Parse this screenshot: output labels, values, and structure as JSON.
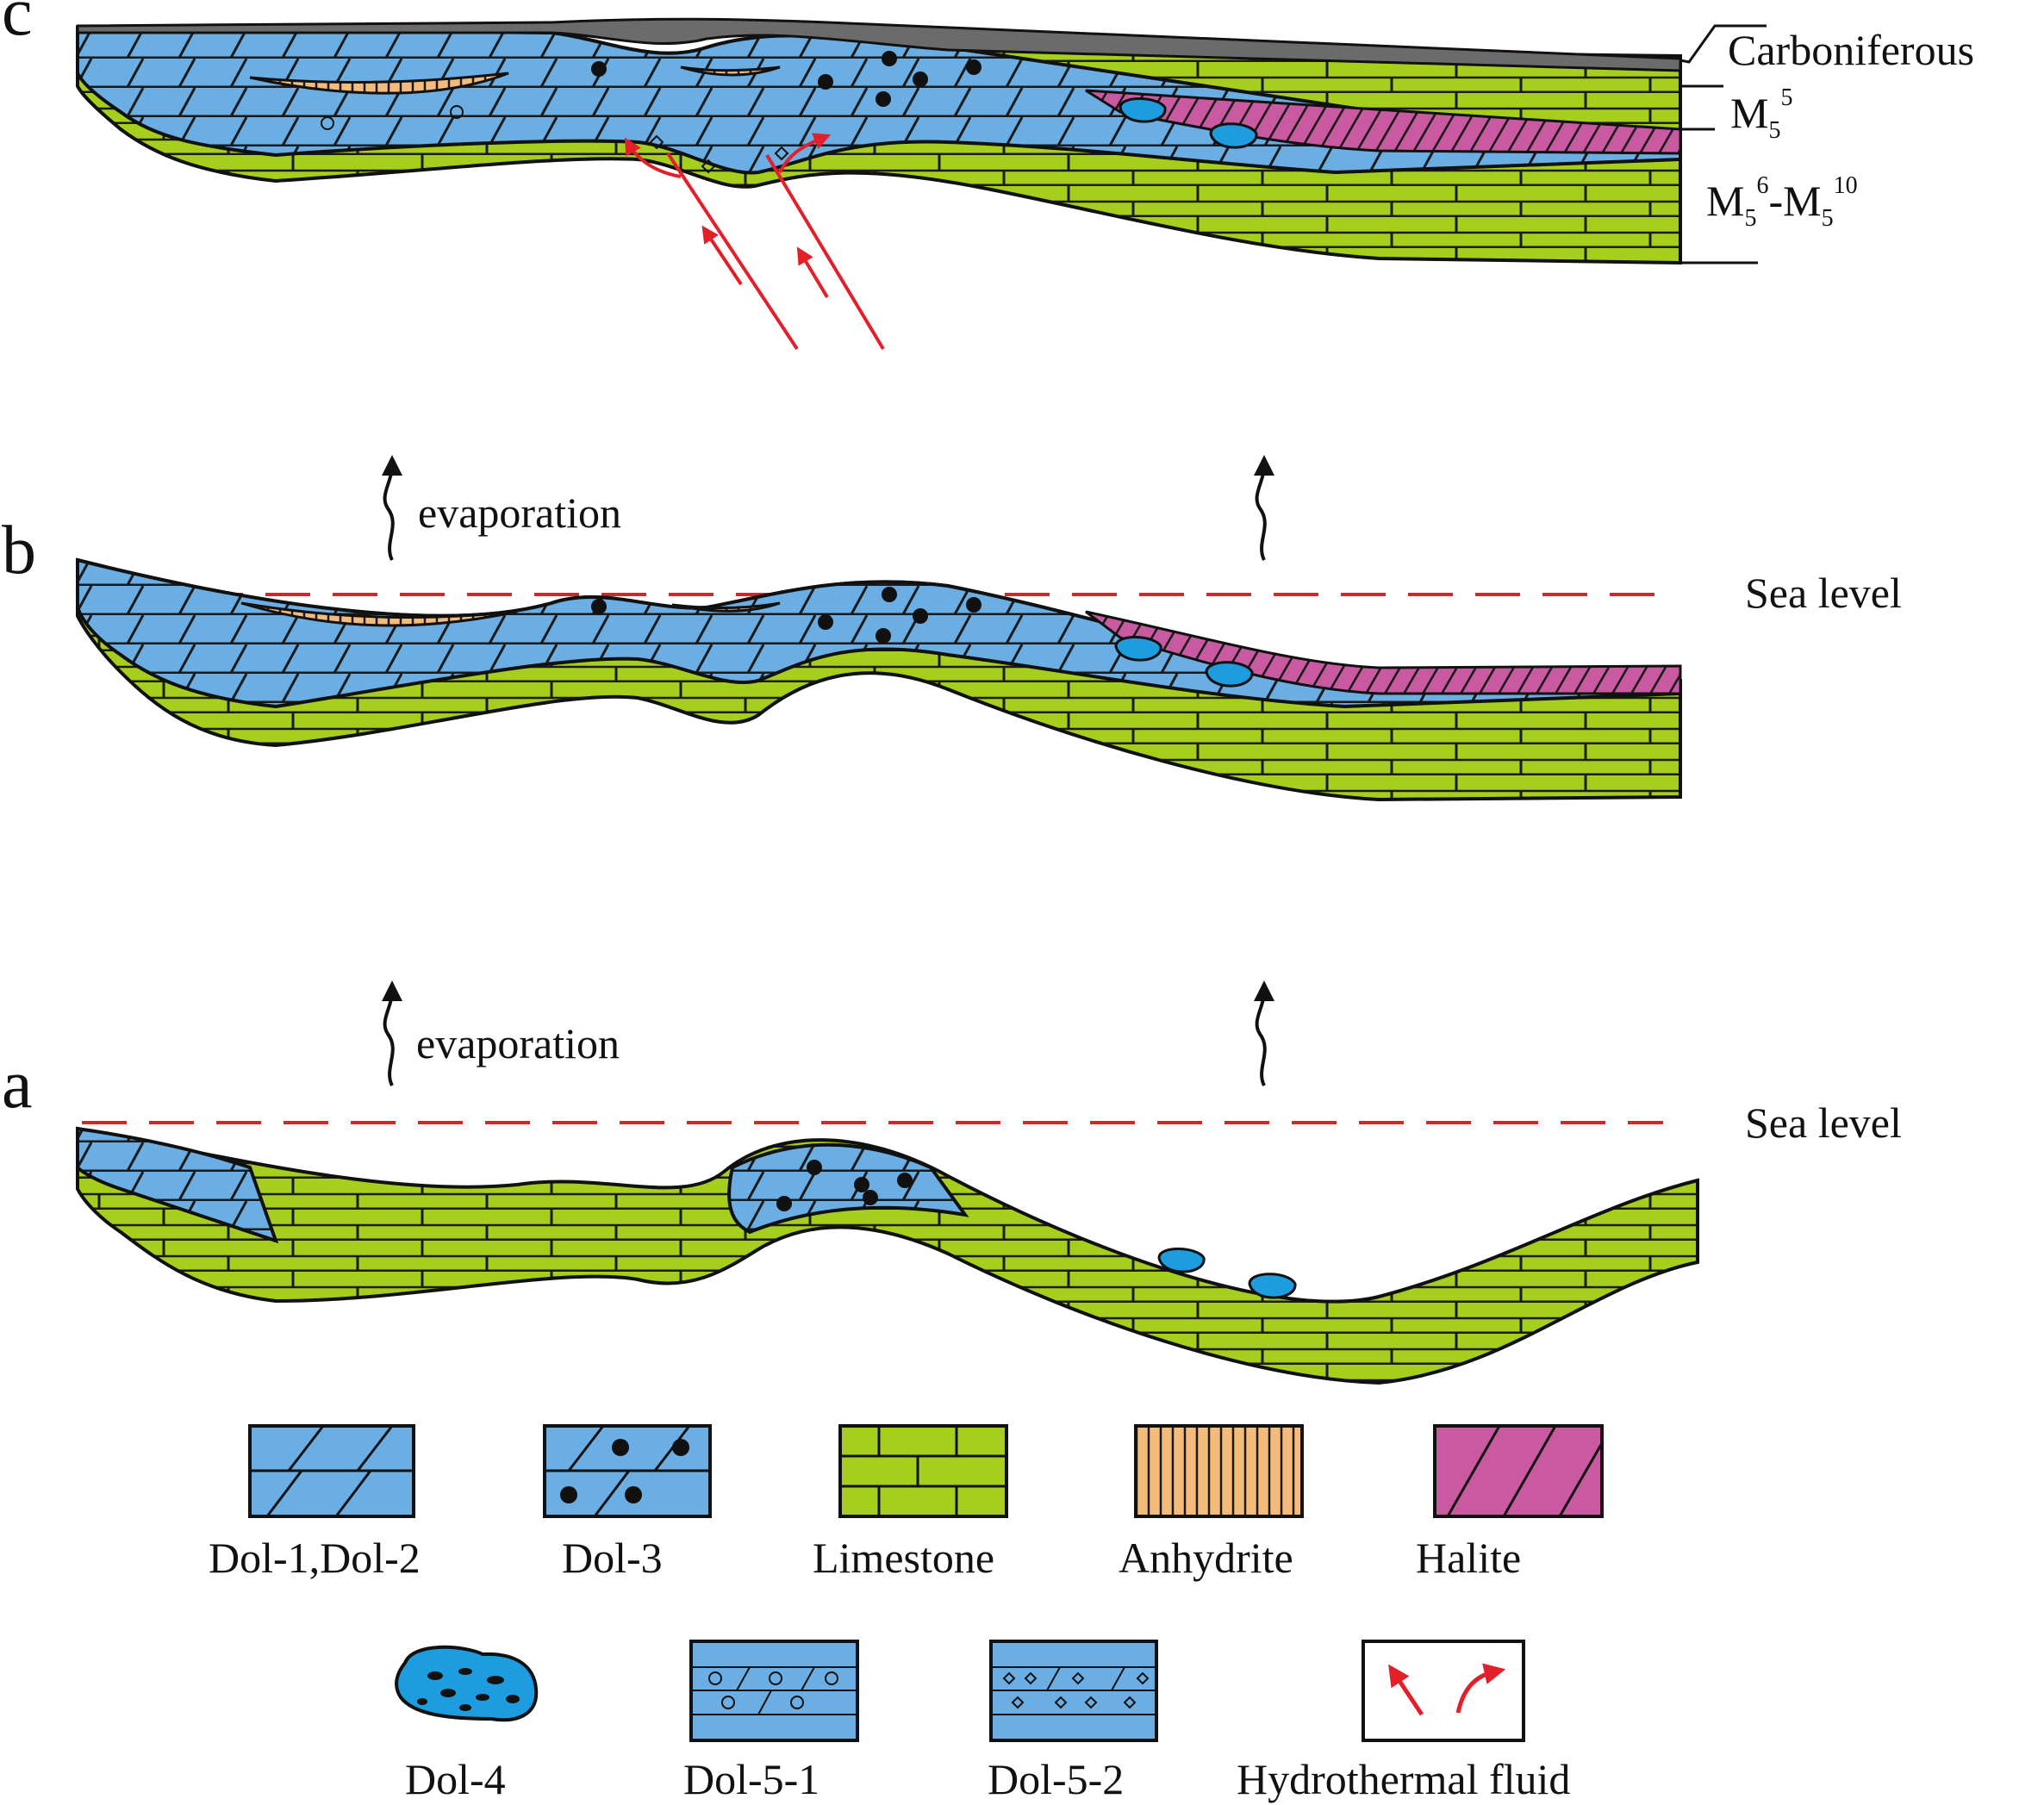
{
  "panels": {
    "a": {
      "letter": "a",
      "evaporation": "evaporation",
      "sea_level": "Sea level"
    },
    "b": {
      "letter": "b",
      "evaporation": "evaporation",
      "sea_level": "Sea level"
    },
    "c": {
      "letter": "c",
      "strata": {
        "carboniferous": "Carboniferous",
        "m55_base": "M",
        "m55_sub": "5",
        "m55_sup": "5",
        "m56_base": "M",
        "m56_sub": "5",
        "m56_sup": "6",
        "dash": "-",
        "m510_base": "M",
        "m510_sub": "5",
        "m510_sup": "10"
      }
    }
  },
  "legend": {
    "dol12": "Dol-1,Dol-2",
    "dol3": "Dol-3",
    "limestone": "Limestone",
    "anhydrite": "Anhydrite",
    "halite": "Halite",
    "dol4": "Dol-4",
    "dol51": "Dol-5-1",
    "dol52": "Dol-5-2",
    "hydro": "Hydrothermal fluid"
  },
  "colors": {
    "dolomite": "#6aaee3",
    "limestone": "#a6cf1d",
    "anhydrite": "#f4bb7a",
    "halite": "#c95aa2",
    "dol4": "#1d9de0",
    "carboniferous": "#6b6b6b",
    "fluid": "#e3202a",
    "sea_level": "#d6262c"
  }
}
